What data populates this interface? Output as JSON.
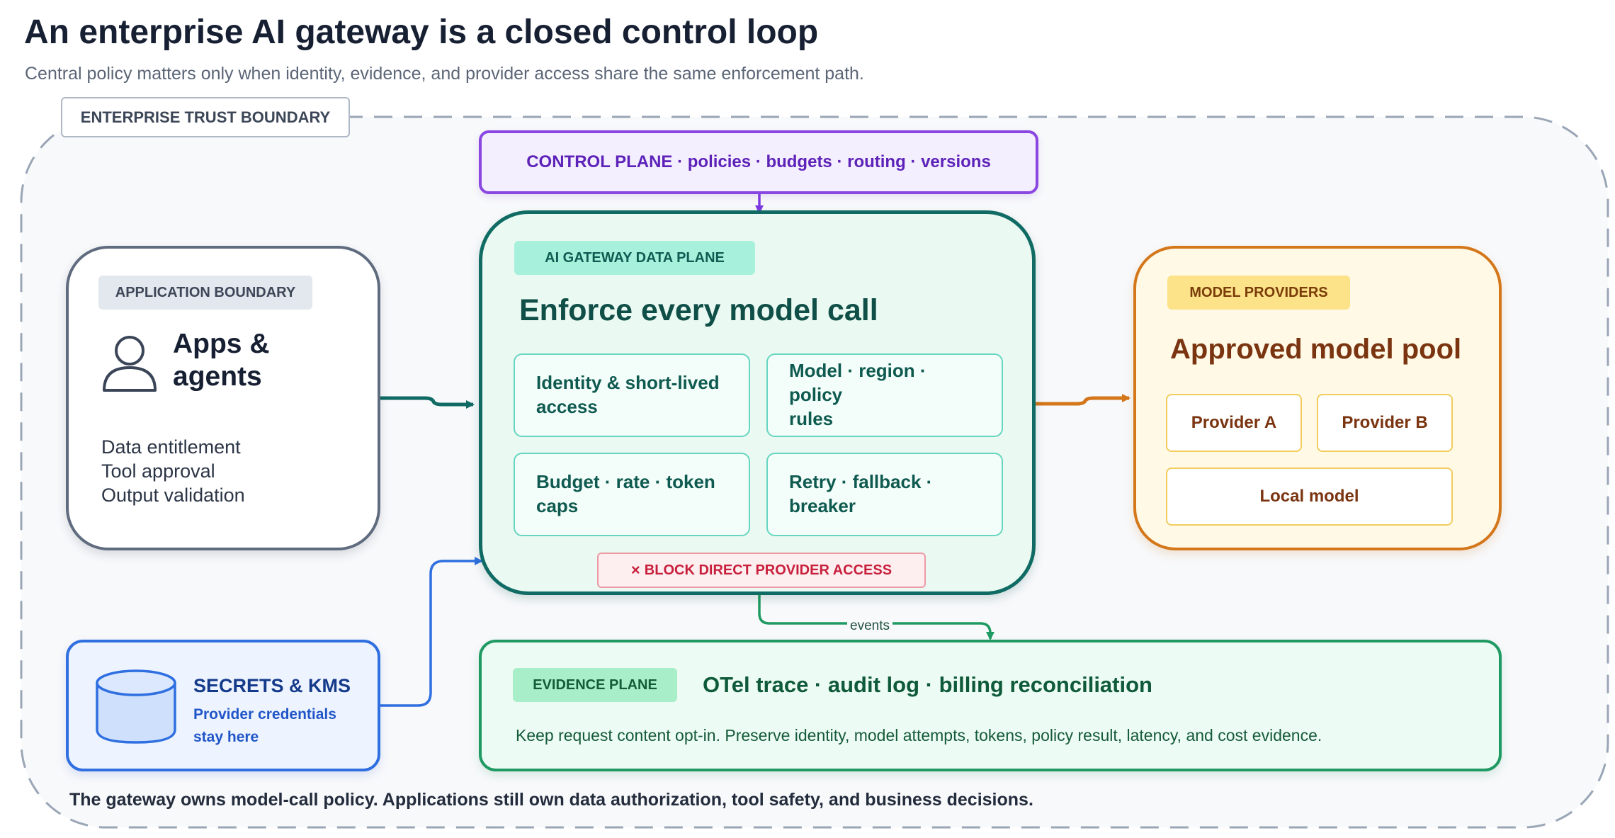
{
  "title": "An enterprise AI gateway is a closed control loop",
  "subtitle": "Central policy matters only when identity, evidence, and provider access share the same enforcement path.",
  "trust_boundary": {
    "label": "ENTERPRISE TRUST BOUNDARY",
    "footer": "The gateway owns model-call policy. Applications still own data authorization, tool safety, and business decisions."
  },
  "control_plane": {
    "label": "CONTROL PLANE · policies · budgets · routing · versions"
  },
  "app_boundary": {
    "tag": "APPLICATION BOUNDARY",
    "title_line1": "Apps &",
    "title_line2": "agents",
    "icon": "person-icon",
    "items": [
      "Data entitlement",
      "Tool approval",
      "Output validation"
    ]
  },
  "gateway": {
    "tag": "AI GATEWAY DATA PLANE",
    "heading": "Enforce every model call",
    "cards": [
      {
        "line1": "Identity & short-lived",
        "line2": "access"
      },
      {
        "line1": "Model · region · policy",
        "line2": "rules"
      },
      {
        "line1": "Budget · rate · token",
        "line2": "caps"
      },
      {
        "line1": "Retry · fallback ·",
        "line2": "breaker"
      }
    ],
    "block_label": "BLOCK DIRECT PROVIDER ACCESS",
    "block_icon": "×"
  },
  "providers": {
    "tag": "MODEL PROVIDERS",
    "heading": "Approved model pool",
    "items": [
      "Provider A",
      "Provider B",
      "Local model"
    ]
  },
  "secrets": {
    "title": "SECRETS & KMS",
    "line1": "Provider credentials",
    "line2": "stay here",
    "icon": "database-icon"
  },
  "evidence": {
    "tag": "EVIDENCE PLANE",
    "heading": "OTel trace · audit log · billing reconciliation",
    "body": "Keep request content opt-in. Preserve identity, model attempts, tokens, policy result, latency, and cost evidence."
  },
  "connector_label": "events",
  "colors": {
    "control": "#7e3ae0",
    "gateway": "#0f6b63",
    "provider": "#d4761a",
    "secrets": "#2f6fe0",
    "evidence": "#1f9a62",
    "block": "#c8203c",
    "boundary": "#9aa6b6"
  }
}
